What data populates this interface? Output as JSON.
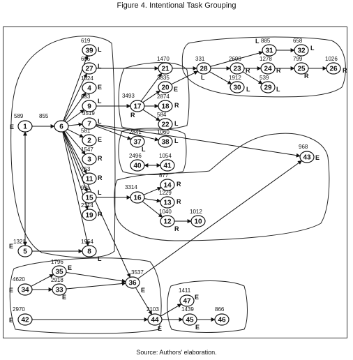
{
  "title": "Figure 4. Intentional Task Grouping",
  "source": "Source: Authors' elaboration.",
  "nodes": [
    {
      "id": "1",
      "dur": "589",
      "tag": "E"
    },
    {
      "id": "5",
      "dur": "1321",
      "tag": "E"
    },
    {
      "id": "6",
      "dur": "855",
      "tag": ""
    },
    {
      "id": "39",
      "dur": "619",
      "tag": "L"
    },
    {
      "id": "27",
      "dur": "635",
      "tag": "L"
    },
    {
      "id": "4",
      "dur": "1524",
      "tag": "E"
    },
    {
      "id": "9",
      "dur": "633",
      "tag": "L"
    },
    {
      "id": "7",
      "dur": "3519",
      "tag": "L"
    },
    {
      "id": "2",
      "dur": "581",
      "tag": "E"
    },
    {
      "id": "3",
      "dur": "1547",
      "tag": "R"
    },
    {
      "id": "11",
      "dur": "753",
      "tag": "R"
    },
    {
      "id": "15",
      "dur": "991",
      "tag": "L"
    },
    {
      "id": "19",
      "dur": "2314",
      "tag": "R"
    },
    {
      "id": "8",
      "dur": "1954",
      "tag": "L"
    },
    {
      "id": "21",
      "dur": "1470",
      "tag": ""
    },
    {
      "id": "20",
      "dur": "3835",
      "tag": "E"
    },
    {
      "id": "17",
      "dur": "3493",
      "tag": "R"
    },
    {
      "id": "18",
      "dur": "2874",
      "tag": "R"
    },
    {
      "id": "22",
      "dur": "584",
      "tag": "L"
    },
    {
      "id": "28",
      "dur": "331",
      "tag": "L"
    },
    {
      "id": "23",
      "dur": "2698",
      "tag": "R"
    },
    {
      "id": "31",
      "dur": "885",
      "tag": "L"
    },
    {
      "id": "32",
      "dur": "658",
      "tag": "L"
    },
    {
      "id": "24",
      "dur": "1278",
      "tag": "R"
    },
    {
      "id": "25",
      "dur": "799",
      "tag": "R"
    },
    {
      "id": "26",
      "dur": "1026",
      "tag": "R"
    },
    {
      "id": "30",
      "dur": "1912",
      "tag": "L"
    },
    {
      "id": "29",
      "dur": "539",
      "tag": "L"
    },
    {
      "id": "37",
      "dur": "2841",
      "tag": "L"
    },
    {
      "id": "38",
      "dur": "1060",
      "tag": "L"
    },
    {
      "id": "40",
      "dur": "2496",
      "tag": ""
    },
    {
      "id": "41",
      "dur": "1054",
      "tag": ""
    },
    {
      "id": "43",
      "dur": "968",
      "tag": "E"
    },
    {
      "id": "16",
      "dur": "3314",
      "tag": ""
    },
    {
      "id": "14",
      "dur": "877",
      "tag": "R"
    },
    {
      "id": "13",
      "dur": "1229",
      "tag": "R"
    },
    {
      "id": "12",
      "dur": "1040",
      "tag": "R"
    },
    {
      "id": "10",
      "dur": "1012",
      "tag": ""
    },
    {
      "id": "35",
      "dur": "1796",
      "tag": "E"
    },
    {
      "id": "34",
      "dur": "4620",
      "tag": "E"
    },
    {
      "id": "33",
      "dur": "2918",
      "tag": "E"
    },
    {
      "id": "36",
      "dur": "3537",
      "tag": "E"
    },
    {
      "id": "42",
      "dur": "2970",
      "tag": "E"
    },
    {
      "id": "44",
      "dur": "2103",
      "tag": "E"
    },
    {
      "id": "47",
      "dur": "1411",
      "tag": "E"
    },
    {
      "id": "45",
      "dur": "1439",
      "tag": "E"
    },
    {
      "id": "46",
      "dur": "866",
      "tag": ""
    }
  ],
  "edges": [
    [
      "1",
      "6"
    ],
    [
      "1",
      "5"
    ],
    [
      "5",
      "1"
    ],
    [
      "5",
      "8"
    ],
    [
      "6",
      "39"
    ],
    [
      "6",
      "27"
    ],
    [
      "6",
      "4"
    ],
    [
      "6",
      "9"
    ],
    [
      "6",
      "7"
    ],
    [
      "6",
      "2"
    ],
    [
      "6",
      "3"
    ],
    [
      "6",
      "11"
    ],
    [
      "6",
      "15"
    ],
    [
      "6",
      "19"
    ],
    [
      "6",
      "8"
    ],
    [
      "6",
      "36"
    ],
    [
      "27",
      "21"
    ],
    [
      "9",
      "17"
    ],
    [
      "17",
      "21"
    ],
    [
      "17",
      "20"
    ],
    [
      "17",
      "18"
    ],
    [
      "17",
      "22"
    ],
    [
      "20",
      "28"
    ],
    [
      "21",
      "28"
    ],
    [
      "28",
      "31"
    ],
    [
      "28",
      "23"
    ],
    [
      "28",
      "30"
    ],
    [
      "31",
      "32"
    ],
    [
      "23",
      "24"
    ],
    [
      "23",
      "29"
    ],
    [
      "24",
      "25"
    ],
    [
      "25",
      "26"
    ],
    [
      "7",
      "37"
    ],
    [
      "7",
      "38"
    ],
    [
      "7",
      "43"
    ],
    [
      "40",
      "41"
    ],
    [
      "41",
      "40"
    ],
    [
      "15",
      "16"
    ],
    [
      "16",
      "14"
    ],
    [
      "16",
      "13"
    ],
    [
      "16",
      "12"
    ],
    [
      "12",
      "10"
    ],
    [
      "34",
      "35"
    ],
    [
      "34",
      "33"
    ],
    [
      "35",
      "36"
    ],
    [
      "33",
      "36"
    ],
    [
      "36",
      "43"
    ],
    [
      "36",
      "44"
    ],
    [
      "42",
      "44"
    ],
    [
      "44",
      "47"
    ],
    [
      "44",
      "45"
    ],
    [
      "45",
      "46"
    ]
  ]
}
